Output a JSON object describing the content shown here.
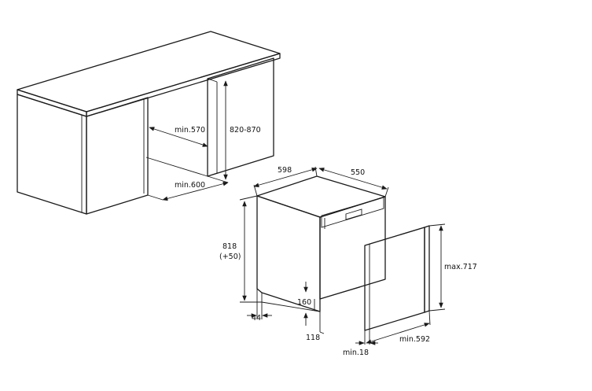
{
  "dimensions": {
    "niche_depth": "min.570",
    "niche_height": "820-870",
    "niche_width": "min.600",
    "appliance_width": "598",
    "appliance_depth": "550",
    "appliance_height_line1": "818",
    "appliance_height_line2": "(+50)",
    "plinth_height": "160",
    "foot_offset": "44",
    "plinth_depth": "118",
    "panel_height": "max.717",
    "panel_width": "min.592",
    "panel_thickness": "min.18"
  }
}
